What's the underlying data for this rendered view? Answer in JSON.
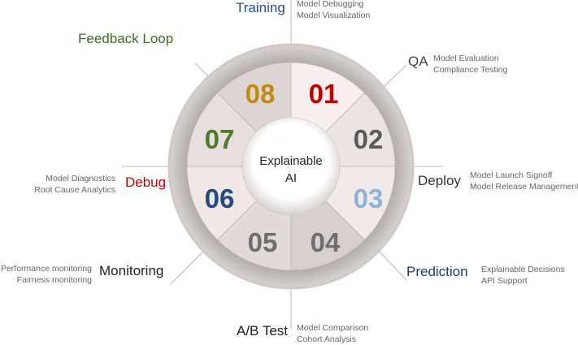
{
  "center": {
    "line1": "Explainable",
    "line2": "AI"
  },
  "stages": [
    {
      "num": "01",
      "num_color": "#c00000",
      "name": "QA",
      "name_color": "#444444",
      "desc": [
        "Model Evaluation",
        "Compliance Testing"
      ]
    },
    {
      "num": "02",
      "num_color": "#5a5a5a",
      "name": "Deploy",
      "name_color": "#333333",
      "desc": [
        "Model Launch Signoff",
        "Model Release Management"
      ]
    },
    {
      "num": "03",
      "num_color": "#8db3d9",
      "name": "Prediction",
      "name_color": "#1f3a5f",
      "desc": [
        "Explainable Decisions",
        "API Support"
      ]
    },
    {
      "num": "04",
      "num_color": "#6e6e6e",
      "name": "A/B Test",
      "name_color": "#222222",
      "desc": [
        "Model Comparison",
        "Cohort Analysis"
      ]
    },
    {
      "num": "05",
      "num_color": "#6e6e6e",
      "name": "Monitoring",
      "name_color": "#222222",
      "desc": [
        "Performance monitoring",
        "Fairness monitoring"
      ]
    },
    {
      "num": "06",
      "num_color": "#244a80",
      "name": "Debug",
      "name_color": "#c00000",
      "desc": [
        "Model Diagnostics",
        "Root Cause Analytics"
      ]
    },
    {
      "num": "07",
      "num_color": "#4e7a2e",
      "name": "Feedback Loop",
      "name_color": "#3d6b22",
      "desc": []
    },
    {
      "num": "08",
      "num_color": "#c08a14",
      "name": "Training",
      "name_color": "#1f4e8c",
      "desc": [
        "Model Debugging",
        "Model Visualization"
      ]
    }
  ]
}
